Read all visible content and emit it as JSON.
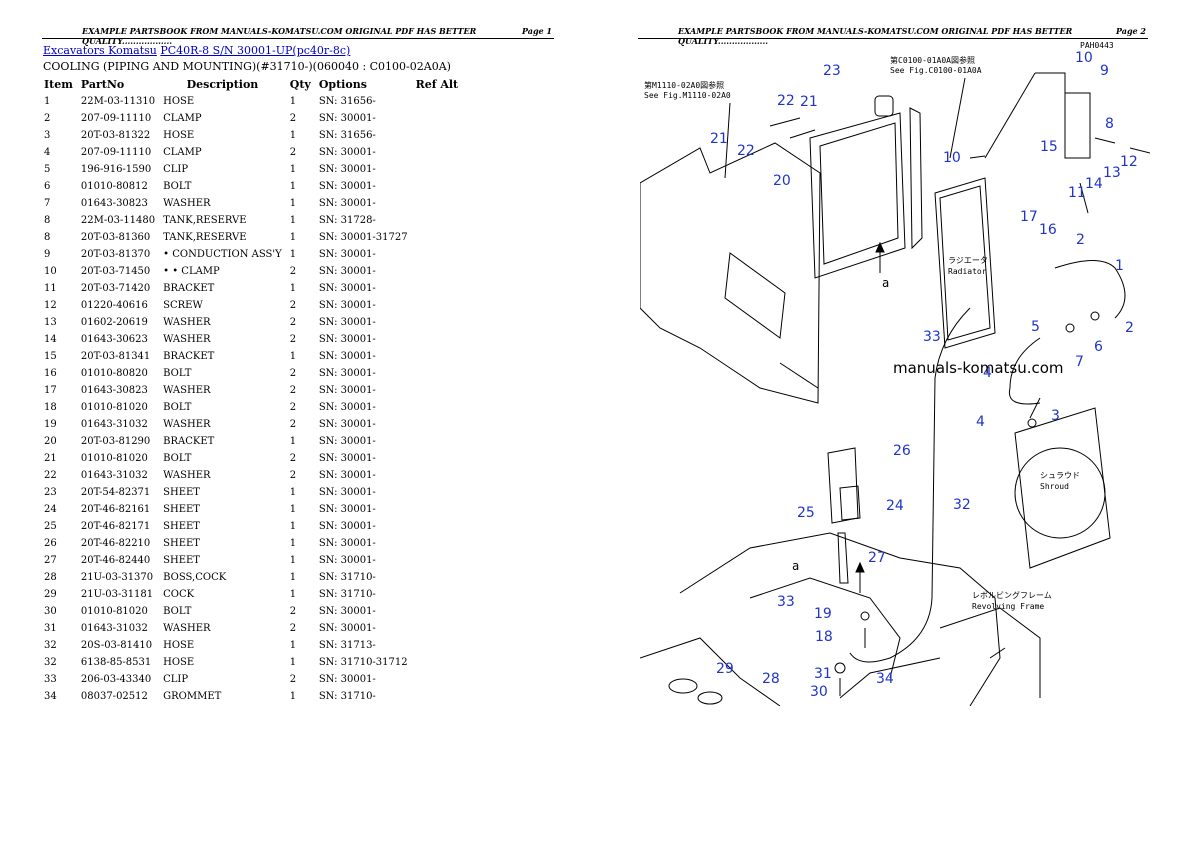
{
  "header": {
    "left_text": "EXAMPLE PARTSBOOK FROM MANUALS-KOMATSU.COM ORIGINAL PDF HAS BETTER QUALITY..................",
    "page1": "Page 1",
    "page2": "Page 2"
  },
  "breadcrumb": {
    "link1": "Excavators Komatsu",
    "link2": "PC40R-8 S/N 30001-UP(pc40r-8c)"
  },
  "subtitle": "COOLING (PIPING AND MOUNTING)(#31710-)(060040 : C0100-02A0A)",
  "table": {
    "headers": [
      "Item",
      "PartNo",
      "Description",
      "Qty",
      "Options",
      "Ref Alt"
    ],
    "rows": [
      [
        "1",
        "22M-03-11310",
        "HOSE",
        "1",
        "SN: 31656-",
        ""
      ],
      [
        "2",
        "207-09-11110",
        "CLAMP",
        "2",
        "SN: 30001-",
        ""
      ],
      [
        "3",
        "20T-03-81322",
        "HOSE",
        "1",
        "SN: 31656-",
        ""
      ],
      [
        "4",
        "207-09-11110",
        "CLAMP",
        "2",
        "SN: 30001-",
        ""
      ],
      [
        "5",
        "196-916-1590",
        "CLIP",
        "1",
        "SN: 30001-",
        ""
      ],
      [
        "6",
        "01010-80812",
        "BOLT",
        "1",
        "SN: 30001-",
        ""
      ],
      [
        "7",
        "01643-30823",
        "WASHER",
        "1",
        "SN: 30001-",
        ""
      ],
      [
        "8",
        "22M-03-11480",
        "TANK,RESERVE",
        "1",
        "SN: 31728-",
        ""
      ],
      [
        "8",
        "20T-03-81360",
        "TANK,RESERVE",
        "1",
        "SN: 30001-31727",
        ""
      ],
      [
        "9",
        "20T-03-81370",
        "• CONDUCTION ASS'Y",
        "1",
        "SN: 30001-",
        ""
      ],
      [
        "10",
        "20T-03-71450",
        "• • CLAMP",
        "2",
        "SN: 30001-",
        ""
      ],
      [
        "11",
        "20T-03-71420",
        "BRACKET",
        "1",
        "SN: 30001-",
        ""
      ],
      [
        "12",
        "01220-40616",
        "SCREW",
        "2",
        "SN: 30001-",
        ""
      ],
      [
        "13",
        "01602-20619",
        "WASHER",
        "2",
        "SN: 30001-",
        ""
      ],
      [
        "14",
        "01643-30623",
        "WASHER",
        "2",
        "SN: 30001-",
        ""
      ],
      [
        "15",
        "20T-03-81341",
        "BRACKET",
        "1",
        "SN: 30001-",
        ""
      ],
      [
        "16",
        "01010-80820",
        "BOLT",
        "2",
        "SN: 30001-",
        ""
      ],
      [
        "17",
        "01643-30823",
        "WASHER",
        "2",
        "SN: 30001-",
        ""
      ],
      [
        "18",
        "01010-81020",
        "BOLT",
        "2",
        "SN: 30001-",
        ""
      ],
      [
        "19",
        "01643-31032",
        "WASHER",
        "2",
        "SN: 30001-",
        ""
      ],
      [
        "20",
        "20T-03-81290",
        "BRACKET",
        "1",
        "SN: 30001-",
        ""
      ],
      [
        "21",
        "01010-81020",
        "BOLT",
        "2",
        "SN: 30001-",
        ""
      ],
      [
        "22",
        "01643-31032",
        "WASHER",
        "2",
        "SN: 30001-",
        ""
      ],
      [
        "23",
        "20T-54-82371",
        "SHEET",
        "1",
        "SN: 30001-",
        ""
      ],
      [
        "24",
        "20T-46-82161",
        "SHEET",
        "1",
        "SN: 30001-",
        ""
      ],
      [
        "25",
        "20T-46-82171",
        "SHEET",
        "1",
        "SN: 30001-",
        ""
      ],
      [
        "26",
        "20T-46-82210",
        "SHEET",
        "1",
        "SN: 30001-",
        ""
      ],
      [
        "27",
        "20T-46-82440",
        "SHEET",
        "1",
        "SN: 30001-",
        ""
      ],
      [
        "28",
        "21U-03-31370",
        "BOSS,COCK",
        "1",
        "SN: 31710-",
        ""
      ],
      [
        "29",
        "21U-03-31181",
        "COCK",
        "1",
        "SN: 31710-",
        ""
      ],
      [
        "30",
        "01010-81020",
        "BOLT",
        "2",
        "SN: 30001-",
        ""
      ],
      [
        "31",
        "01643-31032",
        "WASHER",
        "2",
        "SN: 30001-",
        ""
      ],
      [
        "32",
        "20S-03-81410",
        "HOSE",
        "1",
        "SN: 31713-",
        ""
      ],
      [
        "32",
        "6138-85-8531",
        "HOSE",
        "1",
        "SN: 31710-31712",
        ""
      ],
      [
        "33",
        "206-03-43340",
        "CLIP",
        "2",
        "SN: 30001-",
        ""
      ],
      [
        "34",
        "08037-02512",
        "GROMMET",
        "1",
        "SN: 31710-",
        ""
      ]
    ]
  },
  "diagram": {
    "watermark": "manuals-komatsu.com",
    "figure_code": "PAH0443",
    "see_fig_1_jp": "第M1110-02A0図参照",
    "see_fig_1": "See Fig.M1110-02A0",
    "see_fig_2_jp": "第C0100-01A0A図参照",
    "see_fig_2": "See Fig.C0100-01A0A",
    "radiator_jp": "ラジエータ",
    "radiator": "Radiator",
    "shroud_jp": "シュラウド",
    "shroud": "Shroud",
    "frame_jp": "レボルビングフレーム",
    "frame": "Revolving Frame",
    "callouts": [
      {
        "label": "23"
      },
      {
        "label": "21"
      },
      {
        "label": "22"
      },
      {
        "label": "21"
      },
      {
        "label": "22"
      },
      {
        "label": "20"
      },
      {
        "label": "10"
      },
      {
        "label": "9"
      },
      {
        "label": "8"
      },
      {
        "label": "10"
      },
      {
        "label": "15"
      },
      {
        "label": "12"
      },
      {
        "label": "13"
      },
      {
        "label": "14"
      },
      {
        "label": "11"
      },
      {
        "label": "17"
      },
      {
        "label": "16"
      },
      {
        "label": "2"
      },
      {
        "label": "1"
      },
      {
        "label": "2"
      },
      {
        "label": "5"
      },
      {
        "label": "6"
      },
      {
        "label": "7"
      },
      {
        "label": "33"
      },
      {
        "label": "4"
      },
      {
        "label": "3"
      },
      {
        "label": "4"
      },
      {
        "label": "26"
      },
      {
        "label": "24"
      },
      {
        "label": "32"
      },
      {
        "label": "25"
      },
      {
        "label": "27"
      },
      {
        "label": "33"
      },
      {
        "label": "19"
      },
      {
        "label": "18"
      },
      {
        "label": "29"
      },
      {
        "label": "31"
      },
      {
        "label": "28"
      },
      {
        "label": "34"
      },
      {
        "label": "30"
      }
    ],
    "ref_a": "a"
  }
}
